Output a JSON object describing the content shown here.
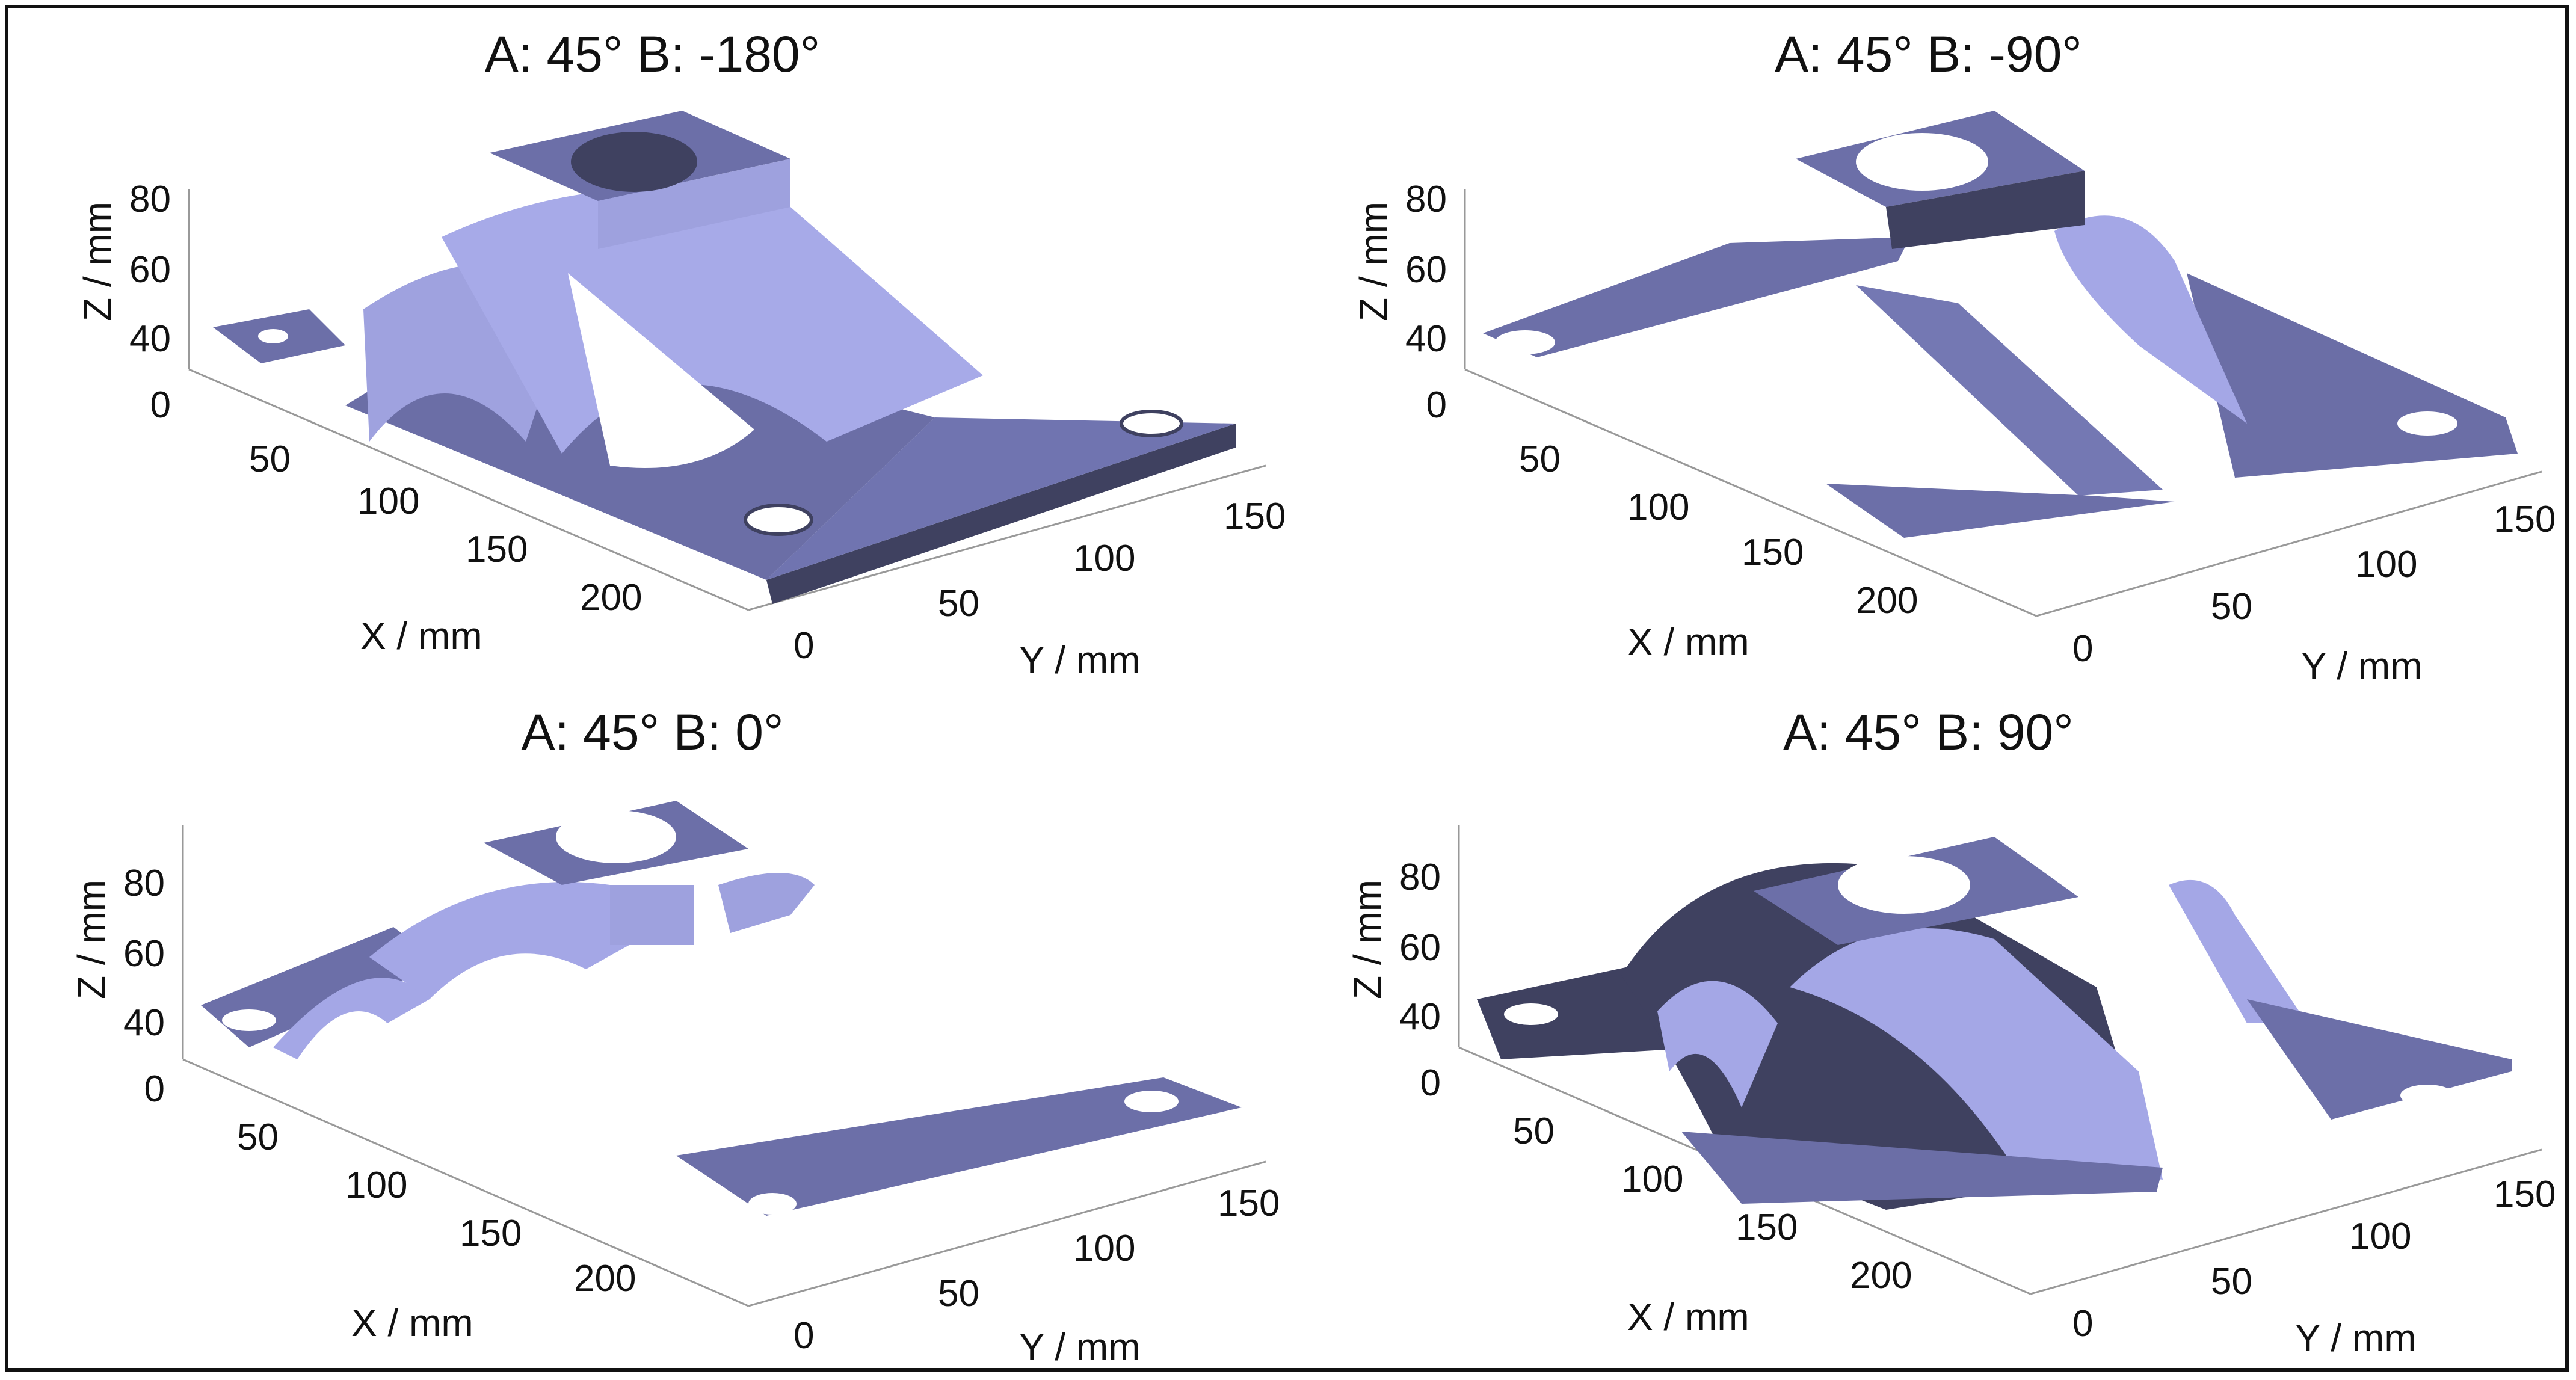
{
  "colors": {
    "surface_light": "#a4a7e6",
    "surface_mid": "#7b7fc4",
    "surface_dark": "#3f4160",
    "axis": "#333333"
  },
  "axes": {
    "x_label": "X / mm",
    "y_label": "Y / mm",
    "z_label": "Z / mm",
    "x_ticks": [
      "50",
      "100",
      "150",
      "200"
    ],
    "y_ticks": [
      "0",
      "50",
      "100",
      "150"
    ],
    "z_ticks": [
      "0",
      "40",
      "60",
      "80"
    ]
  },
  "panels": [
    {
      "title": "A: 45° B: -180°"
    },
    {
      "title": "A: 45° B: -90°"
    },
    {
      "title": "A: 45° B: 0°"
    },
    {
      "title": "A: 45° B: 90°"
    }
  ]
}
